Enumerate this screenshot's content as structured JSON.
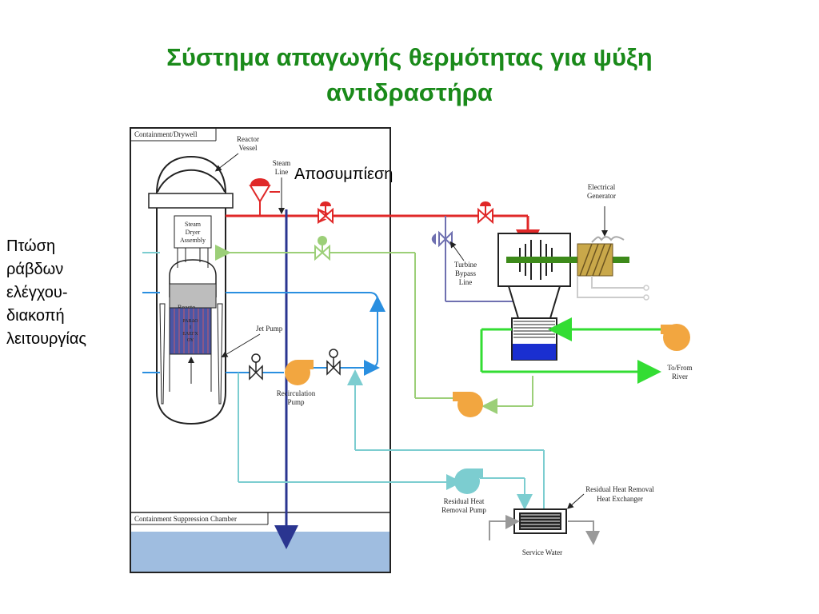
{
  "title": {
    "line1": "Σύστημα απαγωγής θερμότητας για ψύξη",
    "line2": "αντιδραστήρα"
  },
  "annotations": {
    "depressurization": "Αποσυμπίεση",
    "rod_drop": [
      "Πτώση",
      "ράβδων",
      "ελέγχου-",
      "διακοπή",
      "λειτουργίας"
    ]
  },
  "labels": {
    "containment_drywell": "Containment/Drywell",
    "reactor_vessel": [
      "Reactor",
      "Vessel"
    ],
    "steam_line": [
      "Steam",
      "Line"
    ],
    "steam_dryer": [
      "Steam",
      "Dryer",
      "Assembly"
    ],
    "core_text": [
      "ΡΑΒΔΟ",
      "Ι",
      "ΕΛΕΓΧ",
      "ΟΥ"
    ],
    "core_partial": "Reacto",
    "jet_pump": "Jet Pump",
    "recirculation_pump": [
      "Recirculation",
      "Pump"
    ],
    "turbine_bypass": [
      "Turbine",
      "Bypass",
      "Line"
    ],
    "electrical_generator": [
      "Electrical",
      "Generator"
    ],
    "to_from_river": [
      "To/From",
      "River"
    ],
    "containment_suppression": "Containment Suppression Chamber",
    "rhr_pump": [
      "Residual Heat",
      "Removal Pump"
    ],
    "rhr_hx": [
      "Residual Heat Removal",
      "Heat Exchanger"
    ],
    "service_water": "Service Water"
  },
  "colors": {
    "title": "#1a8a1a",
    "steam": "#e02828",
    "feedwater": "#9ccf78",
    "recirc": "#2a8fe0",
    "rhr": "#7ccdd0",
    "river": "#33dd33",
    "bypass": "#6f70b0",
    "dark_blue": "#2a3590",
    "pump": "#f2a640",
    "suppression_pool": "#9fbde0"
  }
}
